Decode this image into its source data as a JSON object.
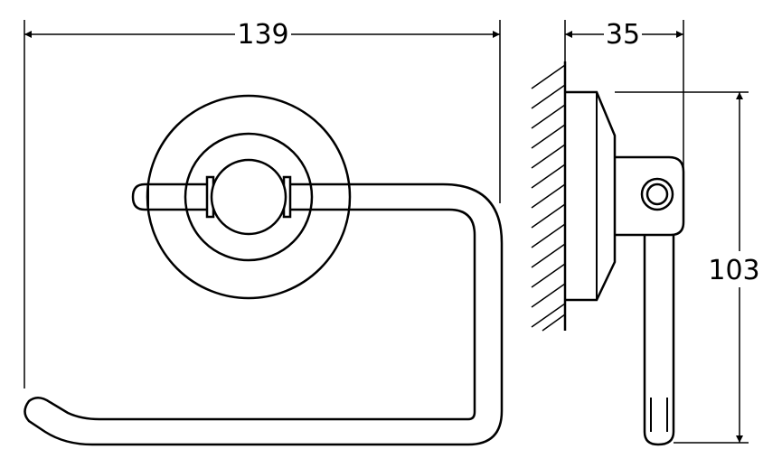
{
  "dimensions": {
    "width": "139",
    "side_depth": "35",
    "height": "103"
  }
}
